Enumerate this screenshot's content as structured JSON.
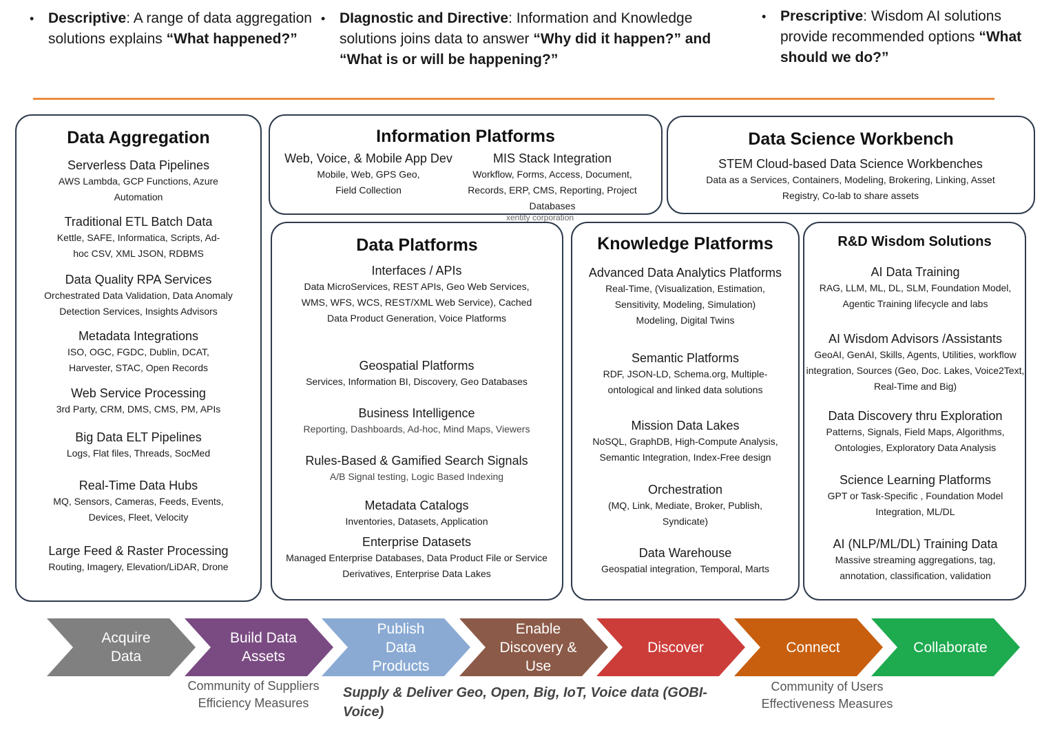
{
  "header": {
    "descriptive": {
      "term": "Descriptive",
      "text": ": A range of data aggregation solutions explains ",
      "question": "“What happened?”"
    },
    "diagnostic": {
      "term": "DIagnostic and Directive",
      "text": ": Information and Knowledge solutions joins data to answer ",
      "question": "“Why did it happen?” and “What is or will be happening?”"
    },
    "prescriptive": {
      "term": "Prescriptive",
      "text": ": Wisdom AI solutions provide recommended options ",
      "question": "“What should we do?”"
    }
  },
  "boxes": {
    "data_aggregation": {
      "title": "Data Aggregation",
      "sections": [
        {
          "heading": "Serverless Data Pipelines",
          "detail": "AWS Lambda, GCP Functions, Azure Automation"
        },
        {
          "heading": "Traditional ETL Batch Data",
          "detail": "Kettle, SAFE, Informatica, Scripts, Ad-hoc CSV, XML  JSON, RDBMS"
        },
        {
          "heading": "Data Quality RPA Services",
          "detail": "Orchestrated Data Validation, Data Anomaly Detection Services, Insights Advisors"
        },
        {
          "heading": "Metadata Integrations",
          "detail": "ISO, OGC, FGDC, Dublin, DCAT, Harvester, STAC, Open Records"
        },
        {
          "heading": "Web Service Processing",
          "detail": "3rd Party, CRM, DMS, CMS, PM, APIs"
        },
        {
          "heading": "Big Data ELT Pipelines",
          "detail": "Logs, Flat files, Threads, SocMed"
        },
        {
          "heading": "Real-Time Data Hubs",
          "detail": "MQ, Sensors, Cameras, Feeds, Events, Devices, Fleet, Velocity"
        },
        {
          "heading": "Large Feed & Raster Processing",
          "detail": "Routing, Imagery, Elevation/LiDAR, Drone"
        }
      ]
    },
    "information_platforms": {
      "title": "Information Platforms",
      "left": {
        "heading": "Web, Voice, & Mobile App Dev",
        "detail": "Mobile, Web, GPS Geo, Field Collection"
      },
      "right": {
        "heading": "MIS Stack Integration",
        "detail": "Workflow, Forms, Access, Document, Records, ERP, CMS, Reporting, Project Databases"
      }
    },
    "data_science": {
      "title": "Data Science Workbench",
      "heading": "STEM Cloud-based Data Science Workbenches",
      "detail": "Data as a Services, Containers, Modeling, Brokering, Linking, Asset Registry, Co-lab to share assets"
    },
    "data_platforms": {
      "title": "Data Platforms",
      "sections": [
        {
          "heading": "Interfaces / APIs",
          "detail": "Data MicroServices, REST APIs, Geo Web Services, WMS, WFS, WCS, REST/XML Web Service), Cached Data Product Generation, Voice Platforms"
        },
        {
          "heading": "Geospatial Platforms",
          "detail": "Services, Information BI, Discovery, Geo Databases"
        },
        {
          "heading": "Business Intelligence",
          "detail": "Reporting, Dashboards, Ad-hoc, Mind Maps, Viewers"
        },
        {
          "heading": "Rules-Based & Gamified Search Signals",
          "detail": "A/B Signal testing, Logic Based Indexing"
        },
        {
          "heading": "Metadata Catalogs",
          "detail": "Inventories, Datasets, Application"
        },
        {
          "heading": "Enterprise Datasets",
          "detail": "Managed Enterprise Databases, Data Product File or Service Derivatives, Enterprise Data Lakes"
        }
      ]
    },
    "knowledge_platforms": {
      "title": "Knowledge Platforms",
      "sections": [
        {
          "heading": "Advanced Data Analytics Platforms",
          "detail": "Real-Time, (Visualization, Estimation, Sensitivity, Modeling, Simulation) Modeling, Digital Twins"
        },
        {
          "heading": "Semantic Platforms",
          "detail": "RDF, JSON-LD, Schema.org, Multiple-ontological and linked data solutions"
        },
        {
          "heading": "Mission Data Lakes",
          "detail": "NoSQL, GraphDB, High-Compute Analysis, Semantic Integration, Index-Free design"
        },
        {
          "heading": "Orchestration",
          "detail": "(MQ, Link, Mediate, Broker, Publish, Syndicate)"
        },
        {
          "heading": "Data Warehouse",
          "detail": "Geospatial integration, Temporal, Marts"
        }
      ]
    },
    "wisdom": {
      "title": "R&D Wisdom Solutions",
      "sections": [
        {
          "heading": "AI Data Training",
          "detail": "RAG, LLM, ML, DL, SLM, Foundation Model, Agentic Training lifecycle and labs"
        },
        {
          "heading": "AI Wisdom Advisors /Assistants",
          "detail": "GeoAI, GenAI, Skills, Agents, Utilities, workflow integration, Sources (Geo, Doc. Lakes,  Voice2Text, Real-Time and Big)"
        },
        {
          "heading": "Data Discovery thru Exploration",
          "detail": "Patterns, Signals, Field Maps, Algorithms, Ontologies, Exploratory Data Analysis"
        },
        {
          "heading": "Science Learning Platforms",
          "detail": "GPT or Task-Specific , Foundation Model Integration, ML/DL"
        },
        {
          "heading": "AI (NLP/ML/DL) Training Data",
          "detail": "Massive streaming aggregations, tag, annotation, classification, validation"
        }
      ]
    }
  },
  "watermark": "xentity corporation",
  "pipeline": [
    {
      "label": "Acquire\nData",
      "color": "#808080"
    },
    {
      "label": "Build Data\nAssets",
      "color": "#7a4b82"
    },
    {
      "label": "Publish\nData\nProducts",
      "color": "#8aaad3"
    },
    {
      "label": "Enable\nDiscovery &\nUse",
      "color": "#8c5a48"
    },
    {
      "label": "Discover",
      "color": "#cc3d3a"
    },
    {
      "label": "Connect",
      "color": "#c75f0e"
    },
    {
      "label": "Collaborate",
      "color": "#1eaa4f"
    }
  ],
  "footer": {
    "suppliers": "Community of Suppliers\nEfficiency Measures",
    "supply": "Supply & Deliver Geo, Open, Big, IoT, Voice data (GOBI-Voice)",
    "users": "Community of Users\nEffectiveness Measures"
  }
}
